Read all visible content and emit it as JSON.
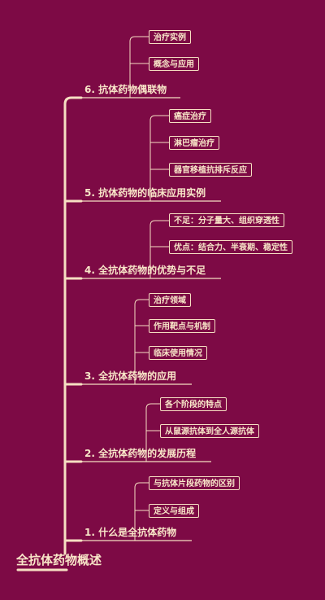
{
  "root": "全抗体药物概述",
  "branches": [
    {
      "label": "6. 抗体药物偶联物",
      "children": [
        "治疗实例",
        "概念与应用"
      ]
    },
    {
      "label": "5. 抗体药物的临床应用实例",
      "children": [
        "癌症治疗",
        "淋巴瘤治疗",
        "器官移植抗排斥反应"
      ]
    },
    {
      "label": "4. 全抗体药物的优势与不足",
      "children": [
        "不足：分子量大、组织穿透性",
        "优点：结合力、半衰期、稳定性"
      ]
    },
    {
      "label": "3. 全抗体药物的应用",
      "children": [
        "治疗领域",
        "作用靶点与机制",
        "临床使用情况"
      ]
    },
    {
      "label": "2. 全抗体药物的发展历程",
      "children": [
        "各个阶段的特点",
        "从鼠源抗体到全人源抗体"
      ]
    },
    {
      "label": "1. 什么是全抗体药物",
      "children": [
        "与抗体片段药物的区别",
        "定义与组成"
      ]
    }
  ],
  "colors": {
    "background": "#7d0a45",
    "line": "#f6dfc2",
    "text": "#f8e6c8"
  }
}
